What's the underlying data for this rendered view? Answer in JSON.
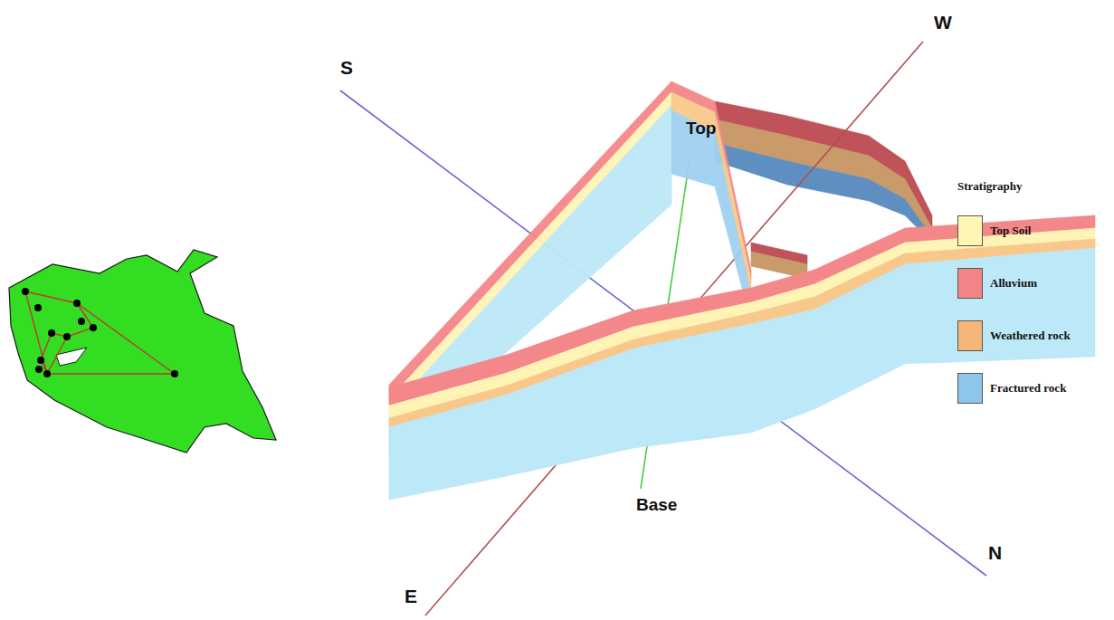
{
  "diagram": {
    "labels": [
      "S",
      "W",
      "Top",
      "Stratigraphy",
      "E",
      "Base",
      "N"
    ],
    "legend": [
      {
        "text": "Top Soil",
        "color": "#fff6b3"
      },
      {
        "text": "Alluvium",
        "color": "#f38486"
      },
      {
        "text": "Weathered rock",
        "color": "#f7b678"
      },
      {
        "text": "Fractured rock",
        "color": "#8ec5ea"
      }
    ]
  }
}
